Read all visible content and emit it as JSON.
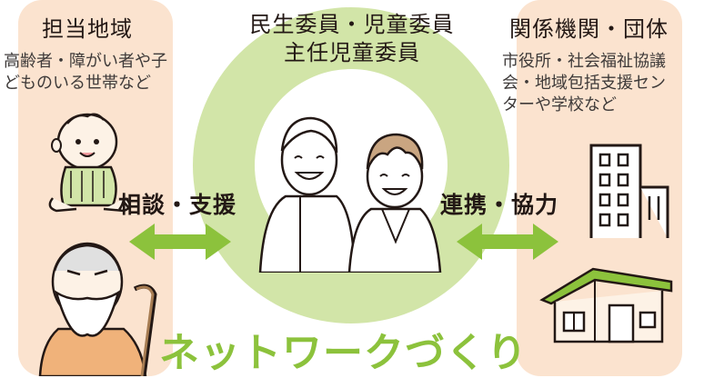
{
  "left_panel": {
    "heading": "担当地域",
    "subtext": [
      "高齢者・障がい者や子",
      "どものいる世帯など"
    ]
  },
  "center": {
    "heading": [
      "民生委員・児童委員",
      "主任児童委員"
    ]
  },
  "right_panel": {
    "heading": "関係機関・団体",
    "subtext": [
      "市役所・社会福祉協議",
      "会・地域包括支援セン",
      "ターや学校など"
    ]
  },
  "actions": {
    "left": "相談・支援",
    "right": "連携・協力"
  },
  "network_title": "ネットワークづくり",
  "icons": [
    "baby-icon",
    "elderly-man-icon",
    "welfare-volunteers-icon",
    "office-building-icon",
    "house-icon",
    "double-arrow-icon"
  ],
  "colors": {
    "panel_bg": "#fbe3cf",
    "ring": "#d2e5a8",
    "arrow": "#8cc23c",
    "network_text": "#8cc23c",
    "text": "#231815"
  }
}
